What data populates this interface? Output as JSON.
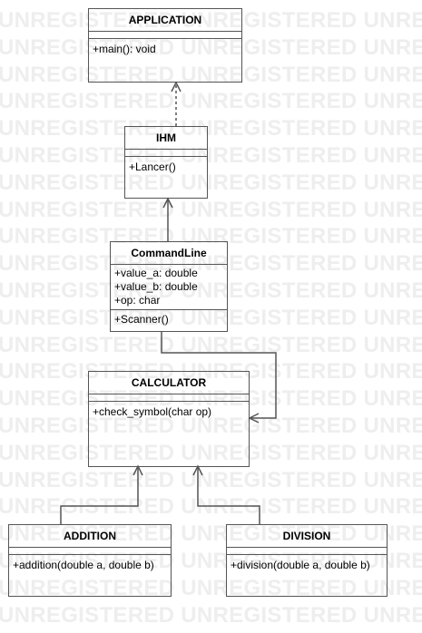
{
  "watermark": "UNREGISTERED",
  "classes": {
    "application": {
      "name": "APPLICATION",
      "attributes": [],
      "methods": [
        "+main(): void"
      ]
    },
    "ihm": {
      "name": "IHM",
      "attributes": [],
      "methods": [
        "+Lancer()"
      ]
    },
    "commandline": {
      "name": "CommandLine",
      "attributes": [
        "+value_a: double",
        "+value_b: double",
        "+op: char"
      ],
      "methods": [
        "+Scanner()"
      ]
    },
    "calculator": {
      "name": "CALCULATOR",
      "attributes": [],
      "methods": [
        "+check_symbol(char op)"
      ]
    },
    "addition": {
      "name": "ADDITION",
      "attributes": [],
      "methods": [
        "+addition(double a, double b)"
      ]
    },
    "division": {
      "name": "DIVISION",
      "attributes": [],
      "methods": [
        "+division(double a, double b)"
      ]
    }
  },
  "relations": [
    {
      "from": "ihm",
      "to": "application",
      "type": "realization"
    },
    {
      "from": "commandline",
      "to": "ihm",
      "type": "association"
    },
    {
      "from": "commandline",
      "to": "calculator",
      "type": "association"
    },
    {
      "from": "addition",
      "to": "calculator",
      "type": "association"
    },
    {
      "from": "division",
      "to": "calculator",
      "type": "association"
    }
  ],
  "colors": {
    "stroke": "#555555",
    "text": "#000000",
    "watermark": "#eeeeee"
  }
}
